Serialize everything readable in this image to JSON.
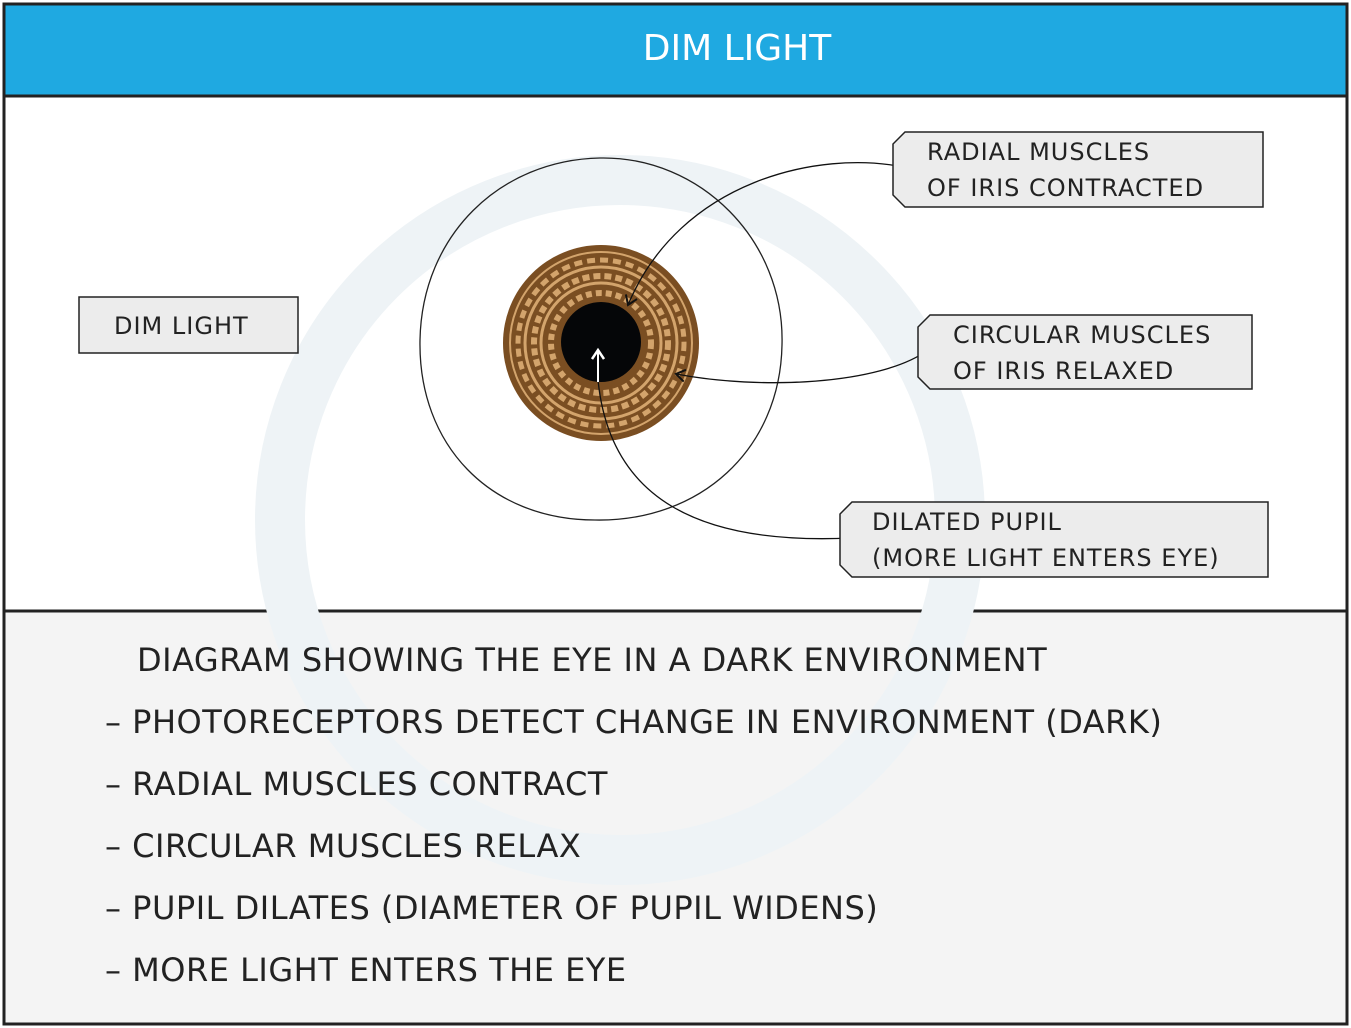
{
  "header": {
    "title": "DIM LIGHT",
    "color": "#1fa9e1"
  },
  "diagram": {
    "condition_label": "DIM   LIGHT",
    "callouts": [
      {
        "line1": "RADIAL   MUSCLES",
        "line2": "OF   IRIS   CONTRACTED"
      },
      {
        "line1": "CIRCULAR   MUSCLES",
        "line2": "OF   IRIS   RELAXED"
      },
      {
        "line1": "DILATED   PUPIL",
        "line2": "(MORE   LIGHT   ENTERS  EYE)"
      }
    ],
    "iris_color": "#7a4e22",
    "pupil_color": "#050608"
  },
  "caption": {
    "title": "DIAGRAM SHOWING THE EYE IN A DARK ENVIRONMENT",
    "points": [
      "– PHOTORECEPTORS DETECT CHANGE IN ENVIRONMENT (DARK)",
      "– RADIAL MUSCLES CONTRACT",
      "– CIRCULAR MUSCLES RELAX",
      "– PUPIL DILATES (DIAMETER OF PUPIL WIDENS)",
      "– MORE LIGHT ENTERS THE EYE"
    ]
  }
}
